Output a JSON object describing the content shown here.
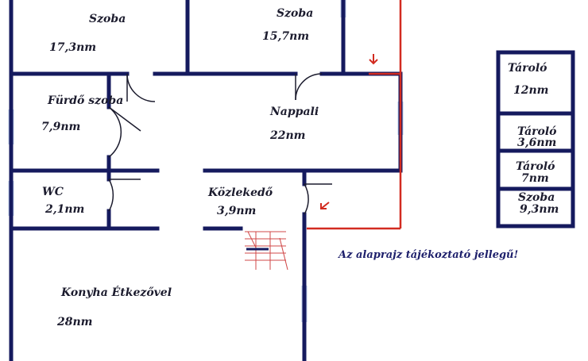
{
  "colors": {
    "wall": "#151a5e",
    "window": "#b9c8e8",
    "red_line": "#d22b20",
    "door_line": "#1c1c2e",
    "stair": "#d04848",
    "text": "#1c1c2e"
  },
  "rooms": [
    {
      "id": "szoba-1",
      "name": "Szoba",
      "area": "17,3nm"
    },
    {
      "id": "szoba-2",
      "name": "Szoba",
      "area": "15,7nm"
    },
    {
      "id": "furdo-szoba",
      "name": "Fürdő szoba",
      "area": "7,9nm"
    },
    {
      "id": "nappali",
      "name": "Nappali",
      "area": "22nm"
    },
    {
      "id": "wc",
      "name": "WC",
      "area": "2,1nm"
    },
    {
      "id": "kozlekedo",
      "name": "Közlekedő",
      "area": "3,9nm"
    },
    {
      "id": "konyha",
      "name": "Konyha Étkezővel",
      "area": "28nm"
    }
  ],
  "annex_rooms": [
    {
      "id": "tarolo-1",
      "name": "Tároló",
      "area": "12nm"
    },
    {
      "id": "tarolo-2",
      "name": "Tároló",
      "area": "3,6nm"
    },
    {
      "id": "tarolo-3",
      "name": "Tároló",
      "area": "7nm"
    },
    {
      "id": "szoba-3",
      "name": "Szoba",
      "area": "9,3nm"
    }
  ],
  "note": "Az alaprajz tájékoztató jellegű!"
}
